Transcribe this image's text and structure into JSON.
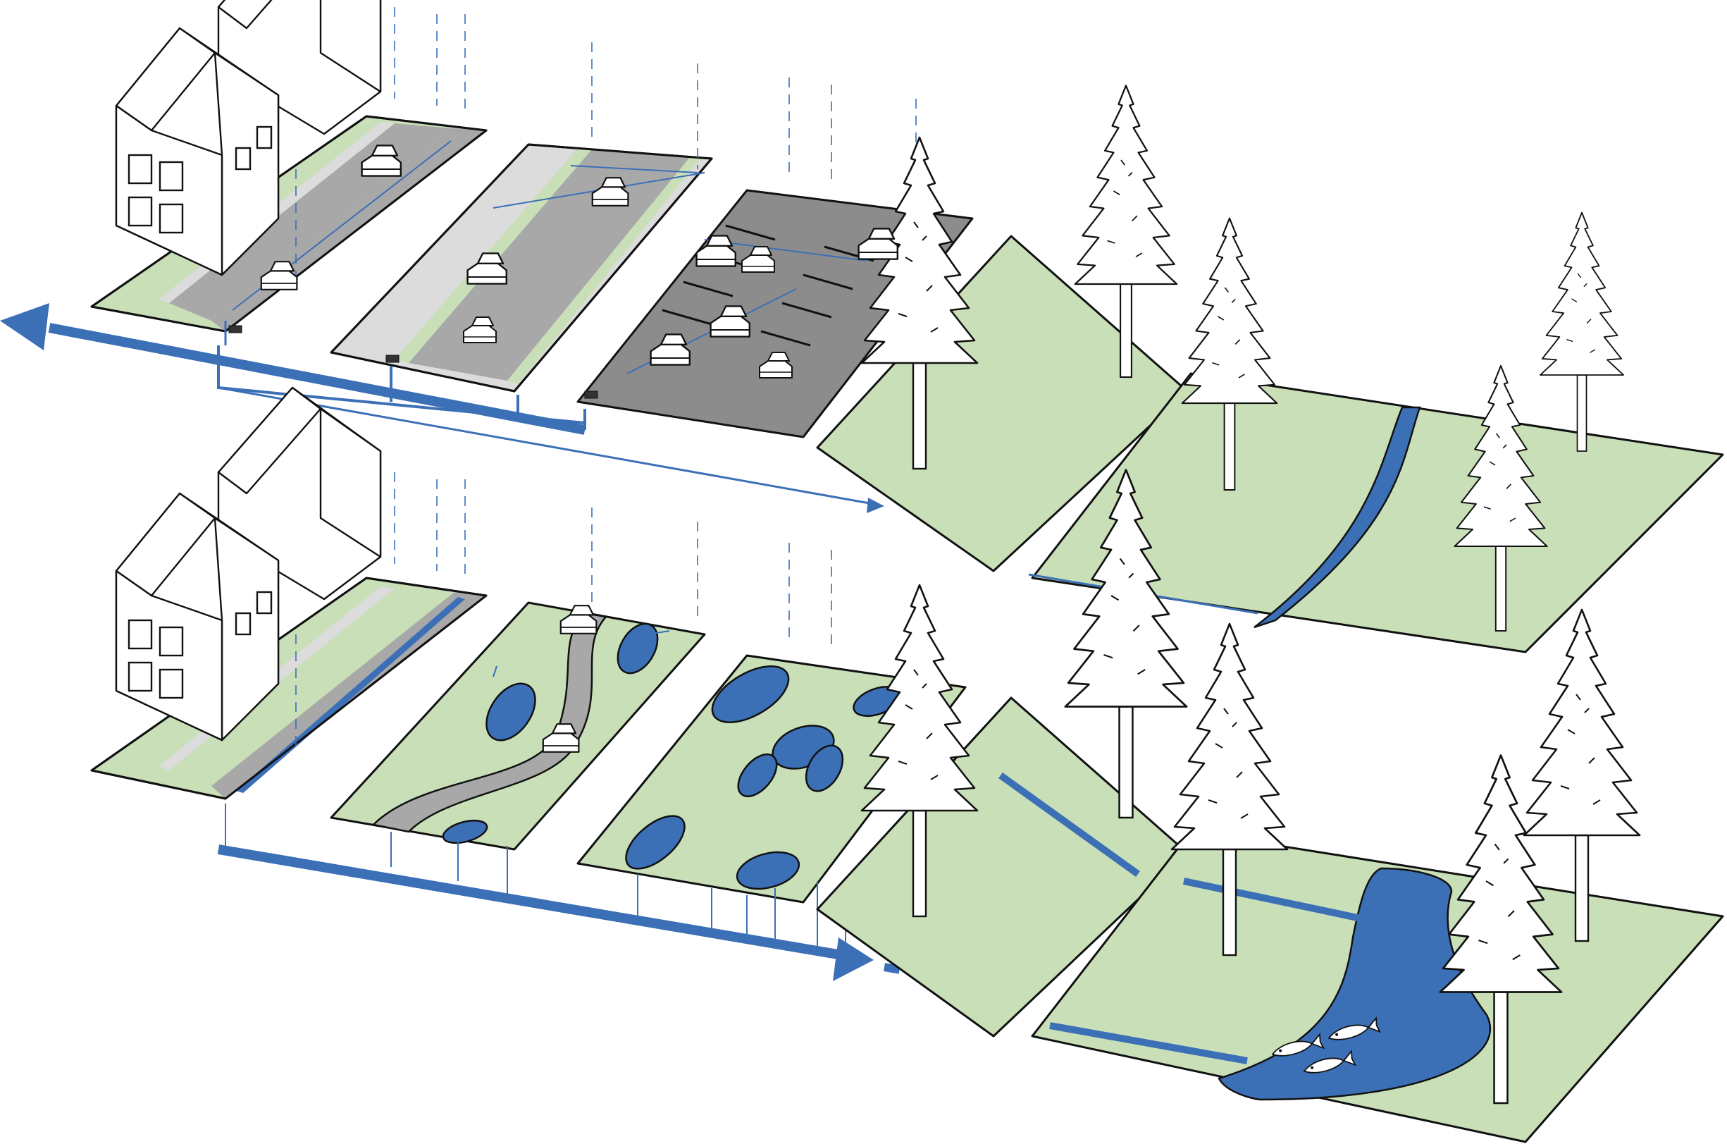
{
  "figure": {
    "subject": "stormwater-runoff-comparison",
    "colors": {
      "water": "#3b6fb6",
      "grass": "#c8dfb8",
      "pavement": "#a8a8a8",
      "sidewalk": "#dcdcdc",
      "parking": "#8c8c8c",
      "outline": "#111111",
      "background": "#ffffff"
    },
    "rows": [
      {
        "id": "conventional",
        "tiles": [
          "residential-street",
          "arterial-road",
          "parking-lot",
          "forest-upland",
          "forest-stream"
        ],
        "outflow": "piped-to-stream",
        "stream": "narrow-channel"
      },
      {
        "id": "green-infrastructure",
        "tiles": [
          "residential-street-swale",
          "curved-road-rain-gardens",
          "bioretention-ponds",
          "forest-upland",
          "forest-stream"
        ],
        "outflow": "distributed-to-stream",
        "stream": "wide-channel-with-fish"
      }
    ],
    "icons": [
      "house-icon",
      "car-icon",
      "tree-icon",
      "fish-icon",
      "arrow-icon",
      "storm-drain-icon"
    ]
  }
}
